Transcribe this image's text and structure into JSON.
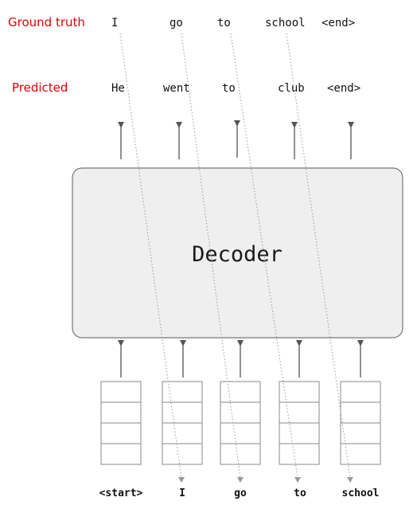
{
  "labels": {
    "ground_truth": "Ground truth",
    "predicted": "Predicted",
    "decoder": "Decoder"
  },
  "ground_truth_tokens": [
    "I",
    "go",
    "to",
    "school",
    "<end>"
  ],
  "predicted_tokens": [
    "He",
    "went",
    "to",
    "club",
    "<end>"
  ],
  "input_tokens": [
    "<start>",
    "I",
    "go",
    "to",
    "school"
  ],
  "embedding_cells_per_token": 4,
  "colors": {
    "label_red": "#e00000",
    "decoder_fill": "#efefef",
    "decoder_stroke": "#777777",
    "arrow": "#555555",
    "dotted": "#999999",
    "cell_stroke": "#8a8a8a"
  }
}
